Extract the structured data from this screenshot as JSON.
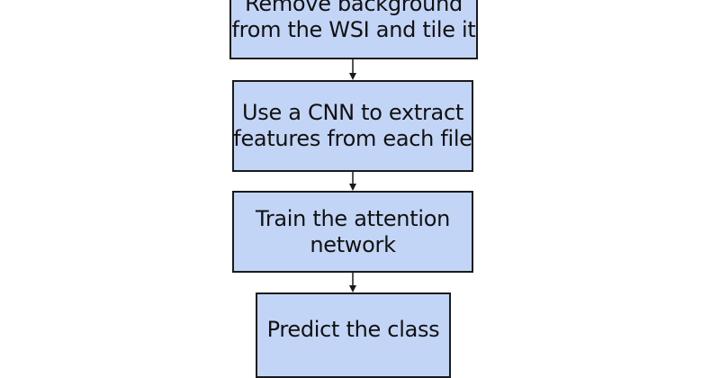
{
  "diagram": {
    "steps": [
      {
        "lines": [
          "Remove background",
          "from the WSI and tile it"
        ]
      },
      {
        "lines": [
          "Use a CNN to extract",
          "features from each file"
        ]
      },
      {
        "lines": [
          "Train the attention",
          "network"
        ]
      },
      {
        "lines": [
          "Predict the class"
        ]
      }
    ],
    "colors": {
      "box_fill": "#c3d5f6",
      "box_border": "#1a1a1a",
      "arrow": "#1a1a1a",
      "text": "#111111"
    }
  }
}
